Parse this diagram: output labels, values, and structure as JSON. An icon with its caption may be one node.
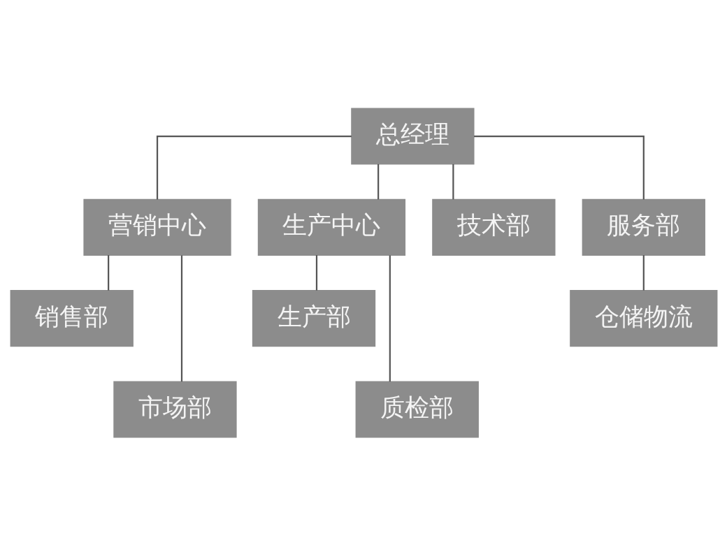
{
  "diagram": {
    "nodes": [
      {
        "text": [
          "总经理"
        ]
      },
      {
        "text": [
          "营销中心"
        ]
      },
      {
        "text": [
          "生产中心"
        ]
      },
      {
        "text": [
          "技术部"
        ]
      },
      {
        "text": [
          "服务部"
        ]
      },
      {
        "text": [
          "销售部"
        ]
      },
      {
        "text": [
          "市场部"
        ]
      },
      {
        "text": [
          "生产部"
        ]
      },
      {
        "text": [
          "质检部"
        ]
      },
      {
        "text": [
          "仓储物流"
        ]
      }
    ],
    "edges": [
      {
        "from": 0,
        "to": 1,
        "arrow": "none"
      },
      {
        "from": 0,
        "to": 2,
        "arrow": "none"
      },
      {
        "from": 0,
        "to": 3,
        "arrow": "none"
      },
      {
        "from": 0,
        "to": 4,
        "arrow": "none"
      },
      {
        "from": 1,
        "to": 5,
        "arrow": "none"
      },
      {
        "from": 1,
        "to": 6,
        "arrow": "none"
      },
      {
        "from": 2,
        "to": 7,
        "arrow": "none"
      },
      {
        "from": 2,
        "to": 8,
        "arrow": "none"
      },
      {
        "from": 4,
        "to": 9,
        "arrow": "none"
      }
    ]
  }
}
